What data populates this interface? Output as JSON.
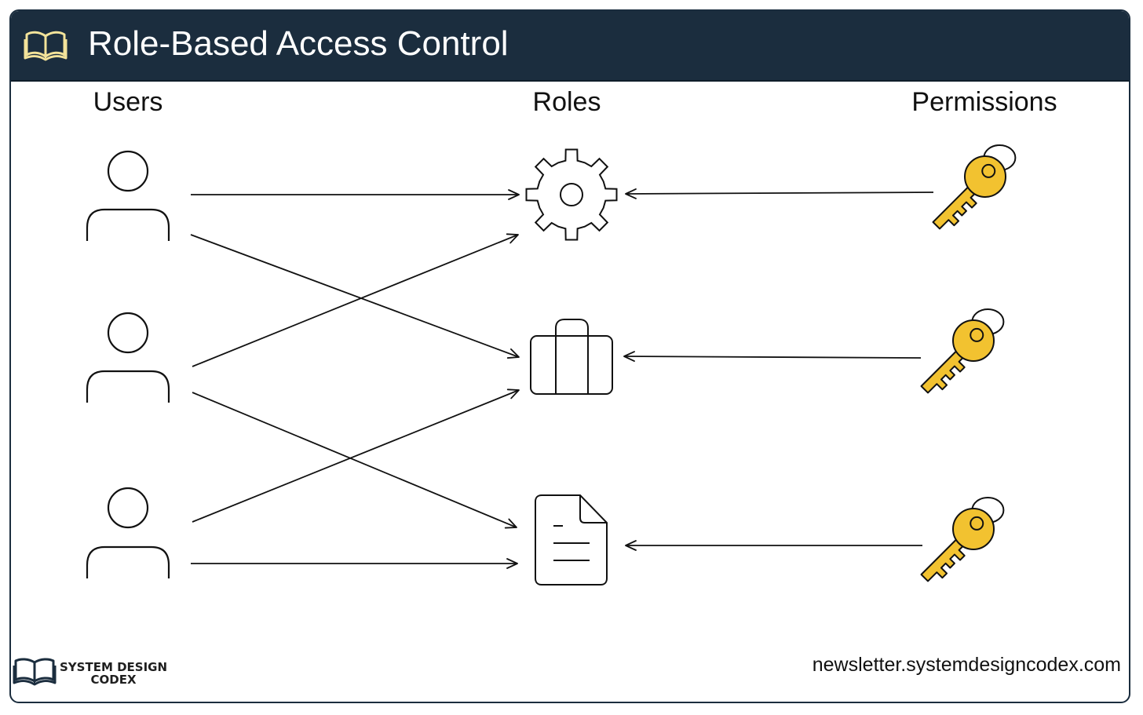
{
  "header": {
    "title": "Role-Based Access Control",
    "icon": "open-book-icon"
  },
  "columns": {
    "users": "Users",
    "roles": "Roles",
    "permissions": "Permissions"
  },
  "users": [
    {
      "icon": "user-icon"
    },
    {
      "icon": "user-icon"
    },
    {
      "icon": "user-icon"
    }
  ],
  "roles": [
    {
      "icon": "gear-icon"
    },
    {
      "icon": "briefcase-icon"
    },
    {
      "icon": "document-icon"
    }
  ],
  "permissions": [
    {
      "icon": "key-icon"
    },
    {
      "icon": "key-icon"
    },
    {
      "icon": "key-icon"
    }
  ],
  "assignments": [
    {
      "user": 0,
      "role": 0
    },
    {
      "user": 0,
      "role": 1
    },
    {
      "user": 1,
      "role": 0
    },
    {
      "user": 1,
      "role": 2
    },
    {
      "user": 2,
      "role": 1
    },
    {
      "user": 2,
      "role": 2
    }
  ],
  "grants": [
    {
      "permission": 0,
      "role": 0
    },
    {
      "permission": 1,
      "role": 1
    },
    {
      "permission": 2,
      "role": 2
    }
  ],
  "footer": {
    "logo_line1": "SYSTEM DESIGN",
    "logo_line2": "CODEX",
    "url": "newsletter.systemdesigncodex.com"
  },
  "colors": {
    "header_bg": "#1b2d3e",
    "key_fill": "#f2c230",
    "book_icon": "#f3e39a"
  }
}
